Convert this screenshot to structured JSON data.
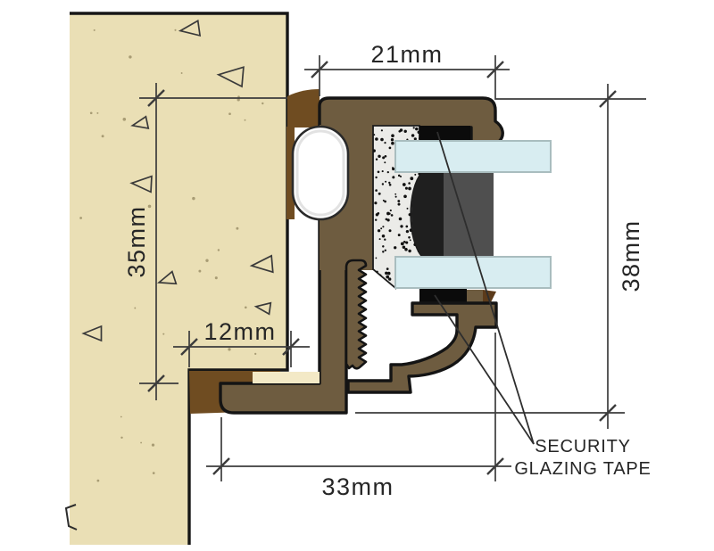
{
  "drawing": {
    "dim_top": "21mm",
    "dim_left_vertical": "35mm",
    "dim_left_horizontal": "12mm",
    "dim_bottom": "33mm",
    "dim_right_vertical": "38mm",
    "note_line1": "SECURITY",
    "note_line2": "GLAZING TAPE"
  },
  "colors": {
    "wall": "#eadfb5",
    "outline": "#161616",
    "mastic": "#6f4c21",
    "frame": "#6e5c40",
    "cream": "#f3e9c6",
    "foam": "#ebebe8",
    "glass": "#d8edf1",
    "glass_edge": "#a9bdbf",
    "tape": "#0b0b0b",
    "spacer_dark": "#1f1f1f",
    "spacer_mid": "#4f4f4f",
    "wedge": "#5c3b1b",
    "dim_line": "#3c3c3c",
    "text": "#262626"
  }
}
